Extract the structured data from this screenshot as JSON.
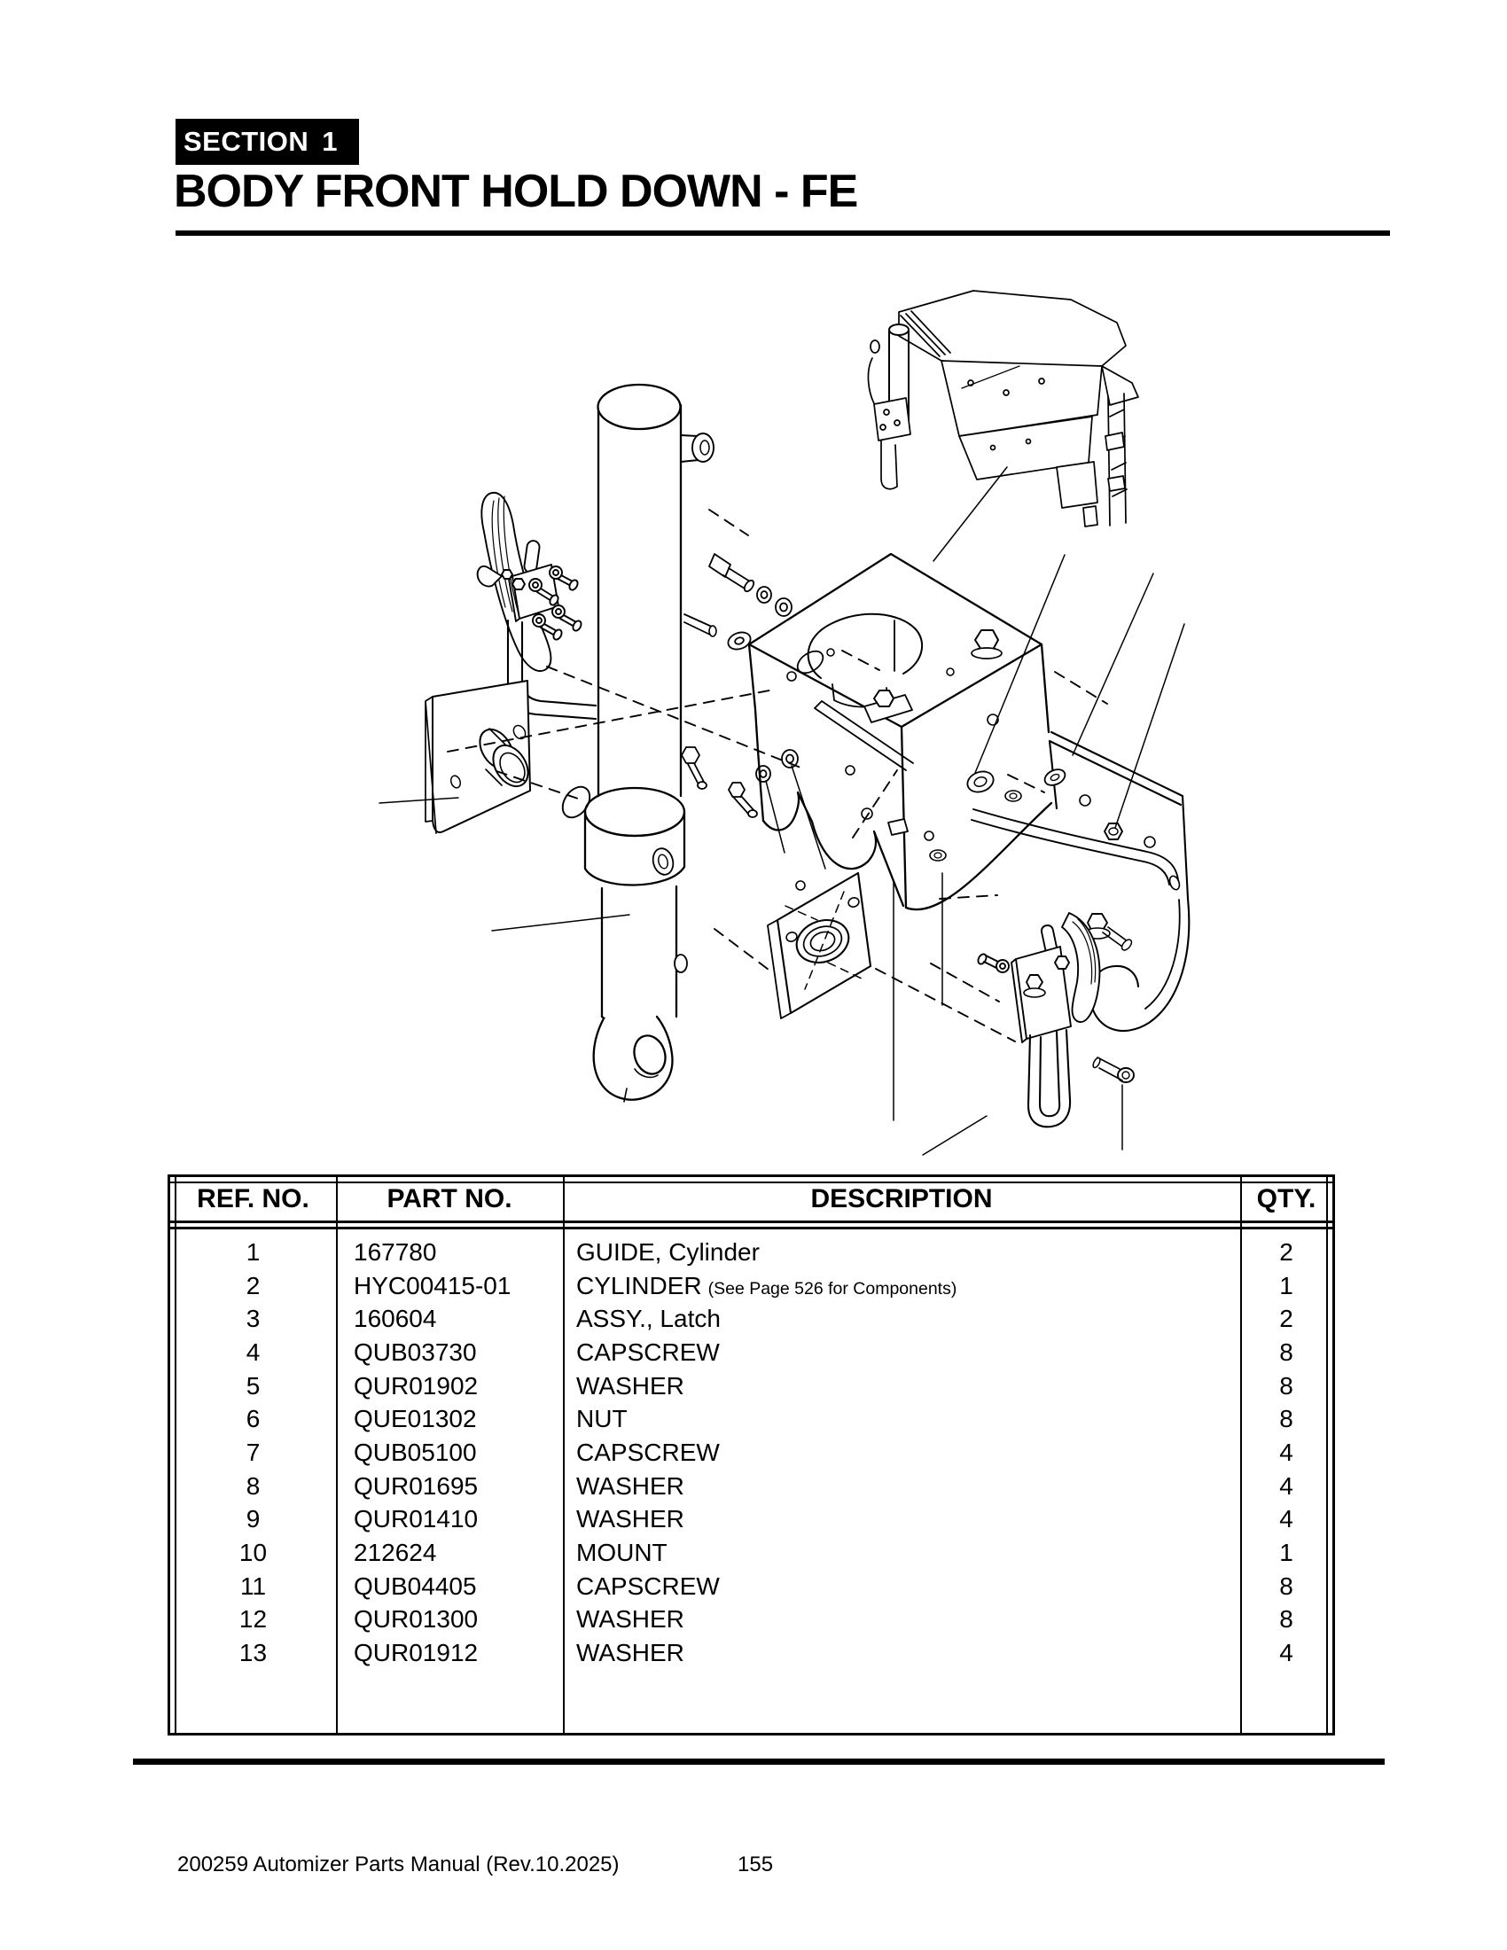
{
  "header": {
    "section_label": "SECTION",
    "section_number": "1",
    "title": "BODY FRONT HOLD DOWN - FE"
  },
  "parts_table": {
    "headers": {
      "ref": "REF. NO.",
      "part": "PART NO.",
      "desc": "DESCRIPTION",
      "qty": "QTY."
    },
    "rows": [
      {
        "ref": "1",
        "part": "167780",
        "desc": "GUIDE, Cylinder",
        "note": "",
        "qty": "2"
      },
      {
        "ref": "2",
        "part": "HYC00415-01",
        "desc": "CYLINDER",
        "note": "(See Page 526 for Components)",
        "qty": "1"
      },
      {
        "ref": "3",
        "part": "160604",
        "desc": "ASSY., Latch",
        "note": "",
        "qty": "2"
      },
      {
        "ref": "4",
        "part": "QUB03730",
        "desc": "CAPSCREW",
        "note": "",
        "qty": "8"
      },
      {
        "ref": "5",
        "part": "QUR01902",
        "desc": "WASHER",
        "note": "",
        "qty": "8"
      },
      {
        "ref": "6",
        "part": "QUE01302",
        "desc": "NUT",
        "note": "",
        "qty": "8"
      },
      {
        "ref": "7",
        "part": "QUB05100",
        "desc": "CAPSCREW",
        "note": "",
        "qty": "4"
      },
      {
        "ref": "8",
        "part": "QUR01695",
        "desc": "WASHER",
        "note": "",
        "qty": "4"
      },
      {
        "ref": "9",
        "part": "QUR01410",
        "desc": "WASHER",
        "note": "",
        "qty": "4"
      },
      {
        "ref": "10",
        "part": "212624",
        "desc": "MOUNT",
        "note": "",
        "qty": "1"
      },
      {
        "ref": "11",
        "part": "QUB04405",
        "desc": "CAPSCREW",
        "note": "",
        "qty": "8"
      },
      {
        "ref": "12",
        "part": "QUR01300",
        "desc": "WASHER",
        "note": "",
        "qty": "8"
      },
      {
        "ref": "13",
        "part": "QUR01912",
        "desc": "WASHER",
        "note": "",
        "qty": "4"
      }
    ]
  },
  "footer": {
    "manual": "200259 Automizer Parts Manual (Rev.10.2025)",
    "page_number": "155"
  },
  "colors": {
    "ink": "#000000",
    "paper": "#ffffff"
  }
}
